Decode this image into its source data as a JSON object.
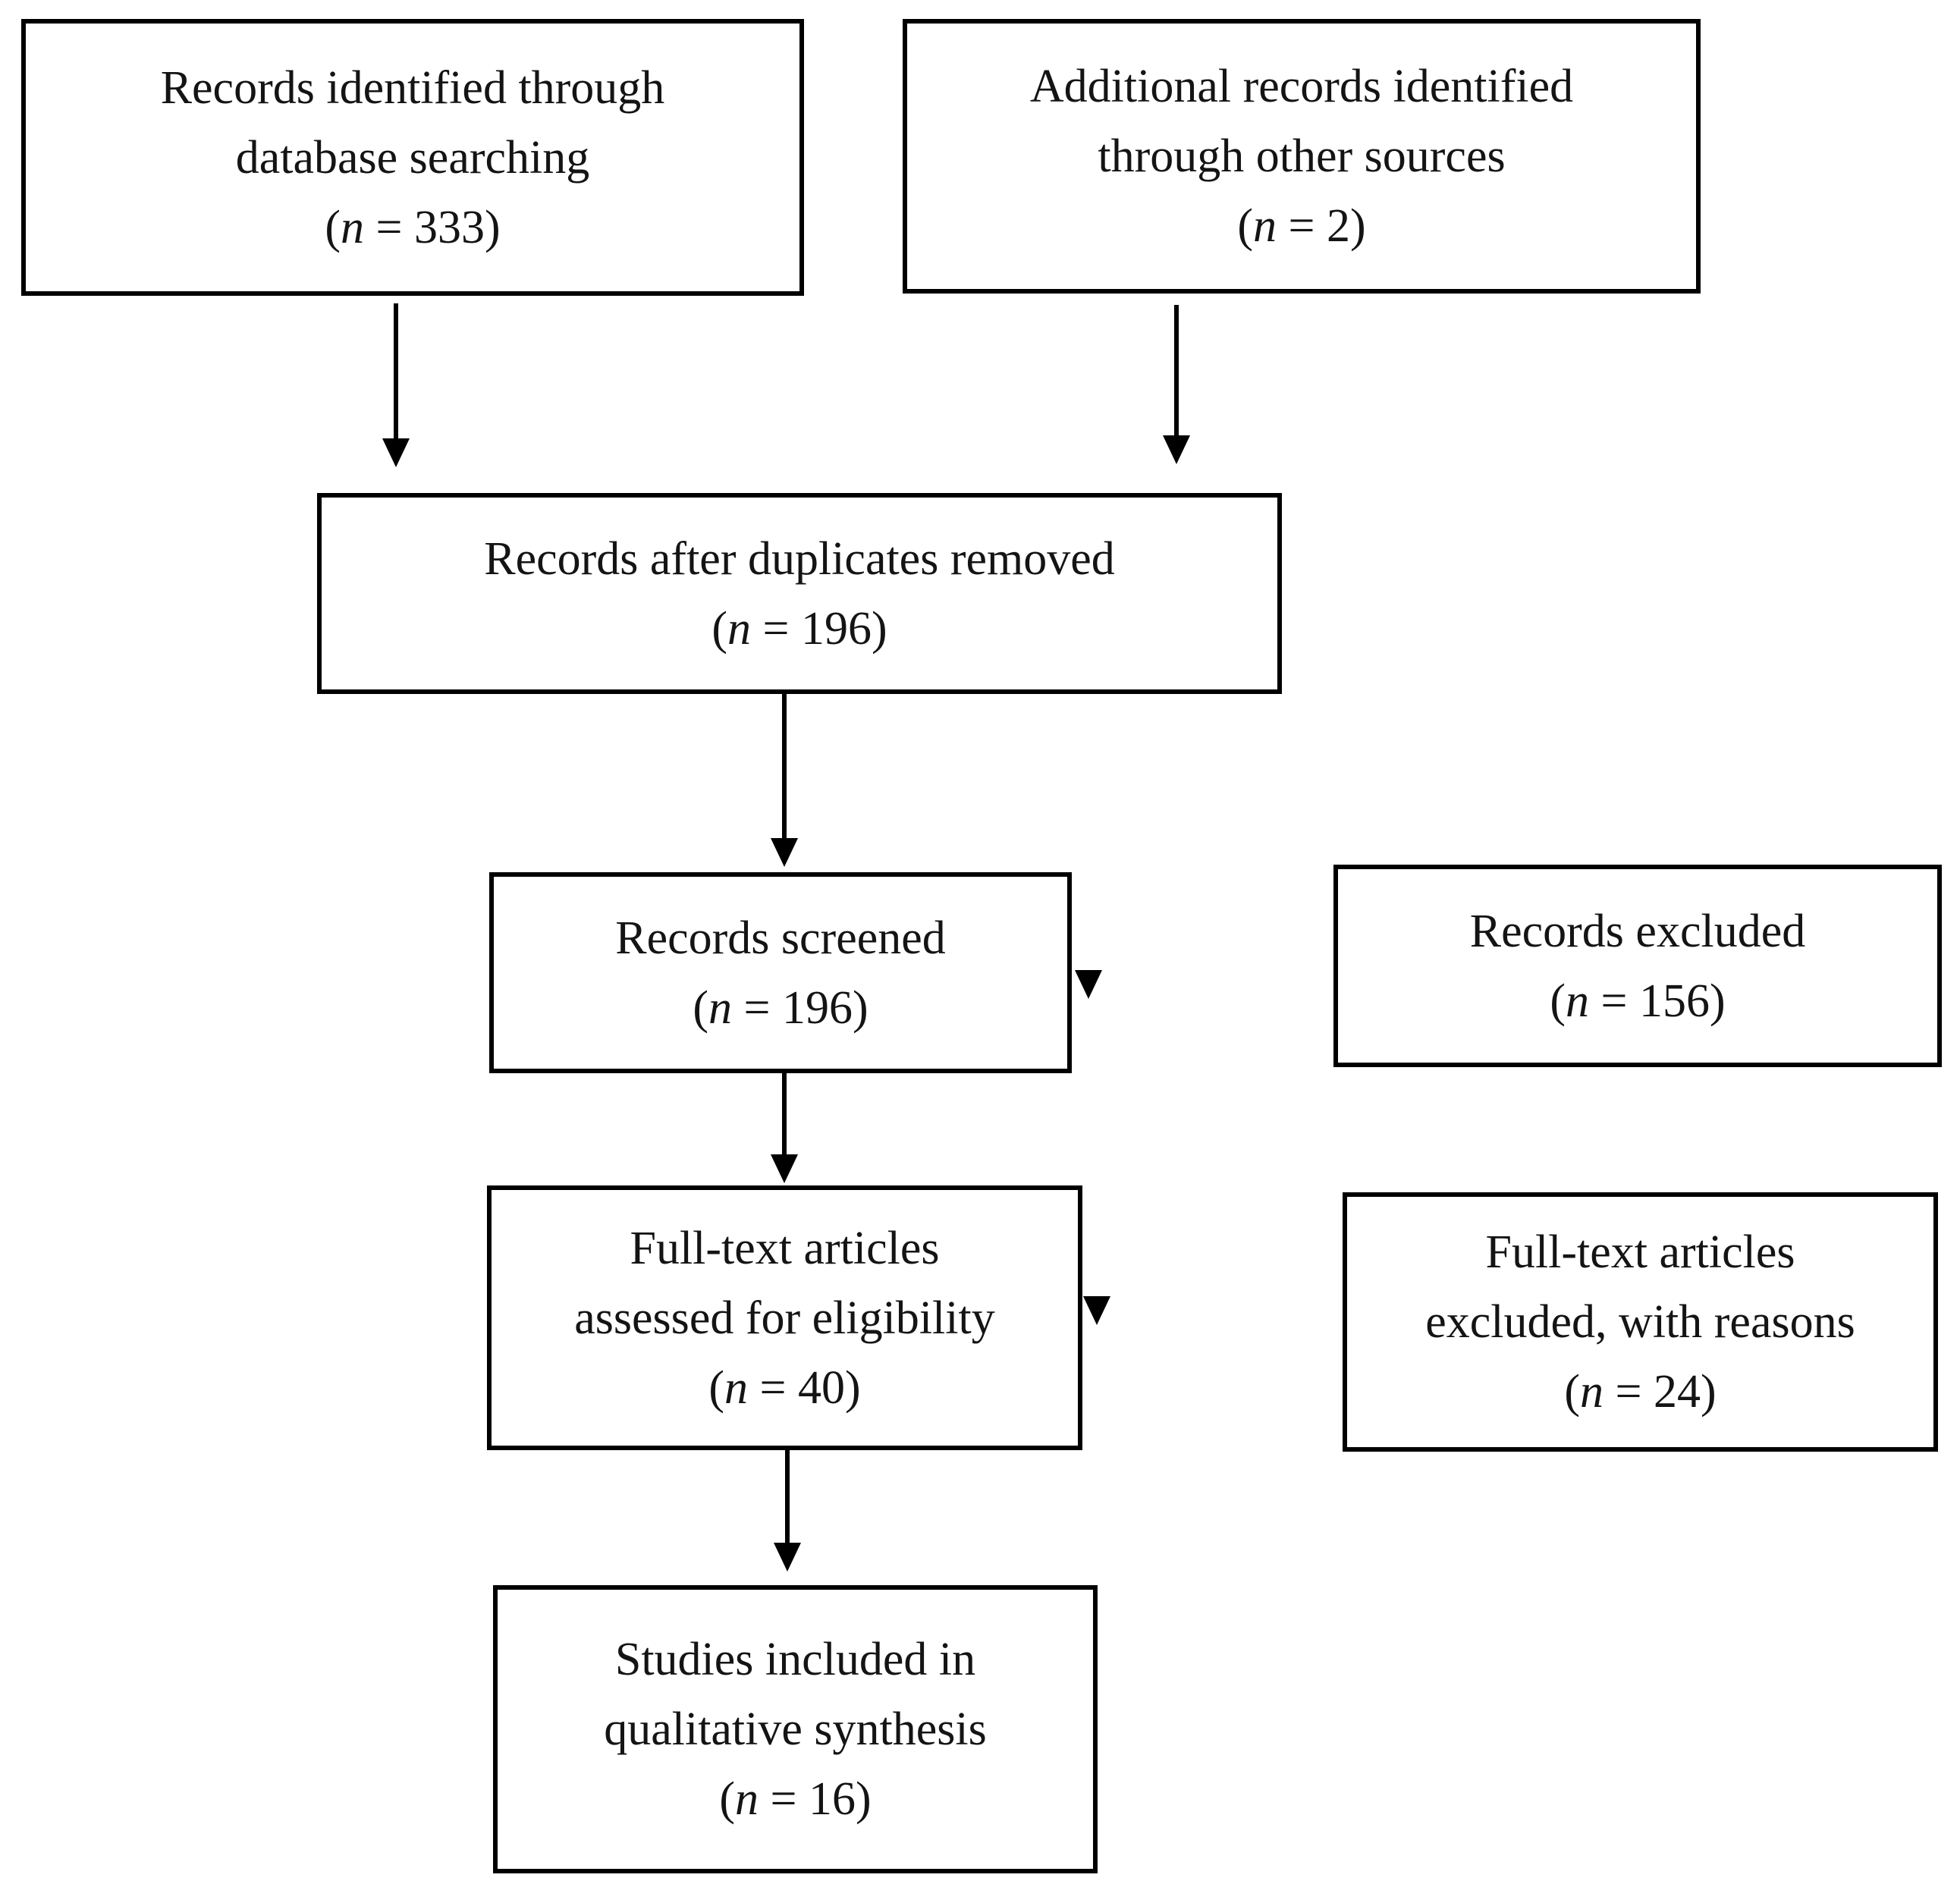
{
  "diagram": {
    "type": "prisma-flow",
    "colors": {
      "background": "#ffffff",
      "line": "#000000",
      "text": "#141414"
    },
    "count_format": {
      "open": "(",
      "var": "n",
      "eq": " = ",
      "close": ")"
    },
    "boxes": [
      {
        "id": "records-identified-database",
        "lines": [
          "Records identified through",
          "database searching"
        ],
        "count": "333"
      },
      {
        "id": "additional-records-other-sources",
        "lines": [
          "Additional records identified",
          "through other sources"
        ],
        "count": "2"
      },
      {
        "id": "records-after-duplicates-removed",
        "lines": [
          "Records after duplicates removed"
        ],
        "count": "196"
      },
      {
        "id": "records-screened",
        "lines": [
          "Records screened"
        ],
        "count": "196"
      },
      {
        "id": "records-excluded",
        "lines": [
          "Records excluded"
        ],
        "count": "156"
      },
      {
        "id": "fulltext-assessed-eligibility",
        "lines": [
          "Full-text articles",
          "assessed for eligibility"
        ],
        "count": "40"
      },
      {
        "id": "fulltext-excluded-with-reasons",
        "lines": [
          "Full-text articles",
          "excluded, with reasons"
        ],
        "count": "24"
      },
      {
        "id": "studies-included-qualitative",
        "lines": [
          "Studies included in",
          "qualitative synthesis"
        ],
        "count": "16"
      }
    ]
  }
}
